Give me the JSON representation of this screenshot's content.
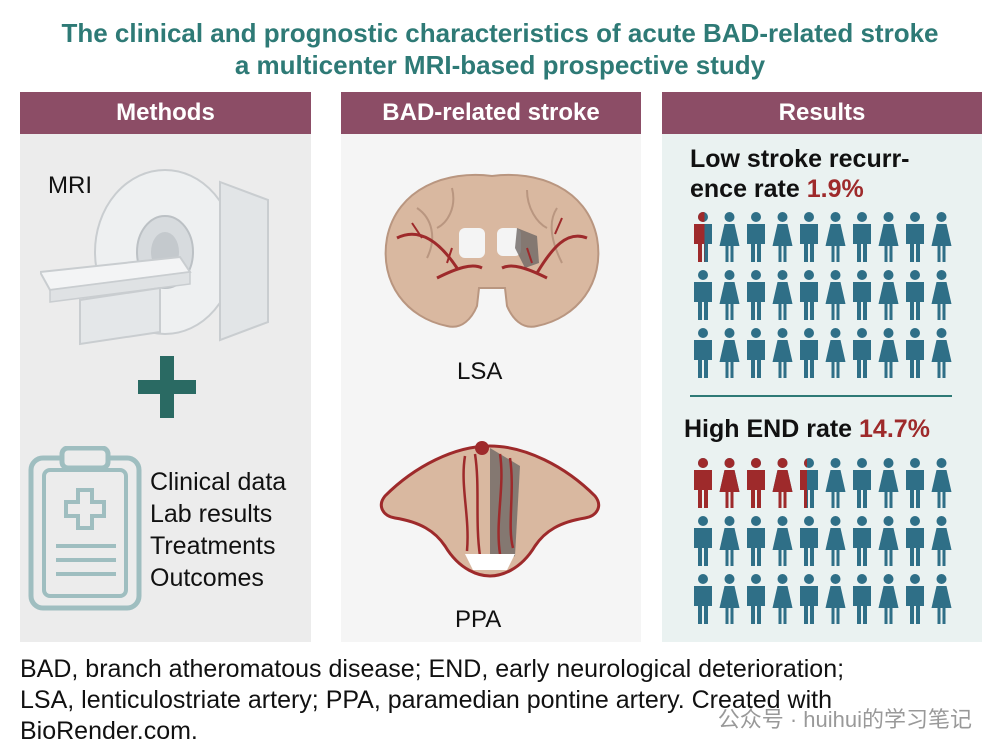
{
  "title": {
    "line1": "The clinical and prognostic characteristics of acute BAD-related stroke",
    "line2": "a multicenter MRI-based prospective study"
  },
  "methods": {
    "header": "Methods",
    "mri_label": "MRI",
    "list": [
      "Clinical data",
      "Lab results",
      "Treatments",
      "Outcomes"
    ]
  },
  "bad": {
    "header": "BAD-related stroke",
    "lsa_label": "LSA",
    "ppa_label": "PPA"
  },
  "results": {
    "header": "Results",
    "recurrence": {
      "text_line1": "Low stroke recurr-",
      "text_line2": "ence rate ",
      "value": "1.9%",
      "highlight_fraction": 0.019
    },
    "end": {
      "text": "High END rate ",
      "value": "14.7%",
      "highlight_fraction": 0.147
    }
  },
  "footer": {
    "lines": [
      "BAD, branch atheromatous disease; END, early neurological deterioration;",
      "LSA, lenticulostriate artery; PPA, paramedian pontine artery. Created with",
      "BioRender.com."
    ]
  },
  "watermark": "公众号 · huihui的学习笔记",
  "colors": {
    "accent_header": "#8c4d66",
    "title": "#2e7a76",
    "person": "#2f6f87",
    "highlight": "#9e2a2b"
  },
  "icons": [
    "mri-scanner-icon",
    "plus-icon",
    "clipboard-icon",
    "brain-coronal-icon",
    "pons-icon",
    "person-icon"
  ]
}
